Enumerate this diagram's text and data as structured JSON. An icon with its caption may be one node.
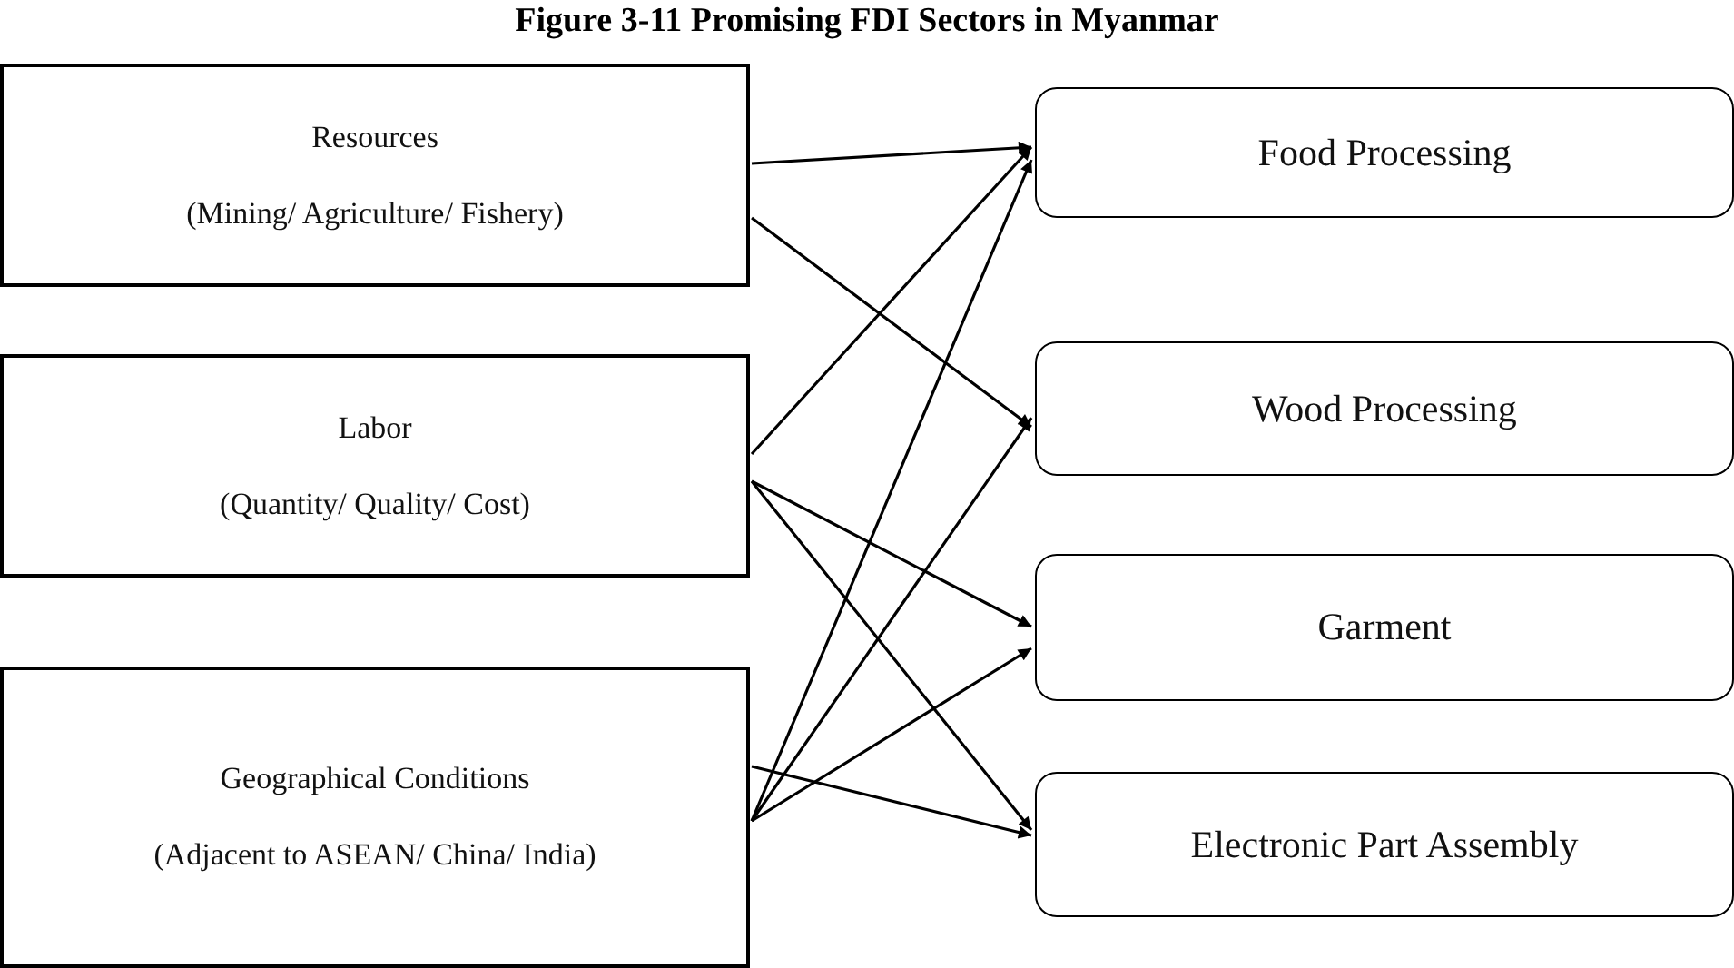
{
  "diagram": {
    "title": "Figure 3-11    Promising FDI Sectors in Myanmar",
    "nodes": [
      {
        "text": [
          "Resources",
          "(Mining/ Agriculture/ Fishery)"
        ]
      },
      {
        "text": [
          "Labor",
          "(Quantity/ Quality/ Cost)"
        ]
      },
      {
        "text": [
          "Geographical Conditions",
          "(Adjacent to ASEAN/ China/ India)"
        ]
      },
      {
        "text": [
          "Food Processing"
        ]
      },
      {
        "text": [
          "Wood Processing"
        ]
      },
      {
        "text": [
          "Garment"
        ]
      },
      {
        "text": [
          "Electronic Part Assembly"
        ]
      }
    ],
    "edges": [
      {
        "from": 0,
        "to": 3,
        "arrow": "to"
      },
      {
        "from": 0,
        "to": 4,
        "arrow": "to"
      },
      {
        "from": 1,
        "to": 3,
        "arrow": "to"
      },
      {
        "from": 1,
        "to": 5,
        "arrow": "to"
      },
      {
        "from": 1,
        "to": 6,
        "arrow": "to"
      },
      {
        "from": 2,
        "to": 3,
        "arrow": "to"
      },
      {
        "from": 2,
        "to": 4,
        "arrow": "to"
      },
      {
        "from": 2,
        "to": 5,
        "arrow": "to"
      },
      {
        "from": 2,
        "to": 6,
        "arrow": "to"
      }
    ]
  }
}
